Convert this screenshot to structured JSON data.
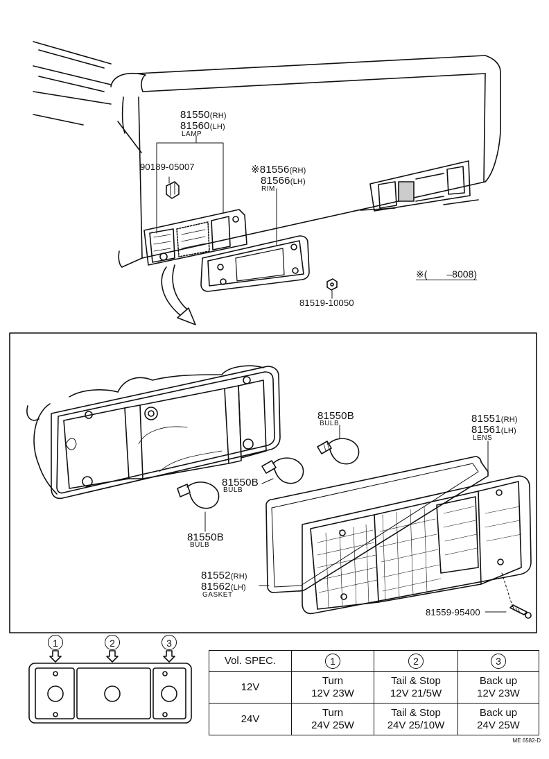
{
  "callouts": {
    "lamp": {
      "rh": "81550",
      "rh_suffix": "(RH)",
      "lh": "81560",
      "lh_suffix": "(LH)",
      "name": "LAMP"
    },
    "clip": {
      "part": "90189-05007"
    },
    "rim": {
      "mark": "※",
      "rh": "81556",
      "rh_suffix": "(RH)",
      "lh": "81566",
      "lh_suffix": "(LH)",
      "name": "RIM"
    },
    "nut": {
      "part": "81519-10050"
    },
    "date_note": "※(　　–8008)",
    "bulb_top": {
      "part": "81550B",
      "name": "BULB"
    },
    "bulb_mid": {
      "part": "81550B",
      "name": "BULB"
    },
    "bulb_low": {
      "part": "81550B",
      "name": "BULB"
    },
    "lens": {
      "rh": "81551",
      "rh_suffix": "(RH)",
      "lh": "81561",
      "lh_suffix": "(LH)",
      "name": "LENS"
    },
    "gasket": {
      "rh": "81552",
      "rh_suffix": "(RH)",
      "lh": "81562",
      "lh_suffix": "(LH)",
      "name": "GASKET"
    },
    "screw": {
      "part": "81559-95400"
    }
  },
  "positions": [
    "1",
    "2",
    "3"
  ],
  "spec_table": {
    "header": [
      "Vol. SPEC.",
      "1",
      "2",
      "3"
    ],
    "rows": [
      {
        "vol": "12V",
        "c1_a": "Turn",
        "c1_b": "12V 23W",
        "c2_a": "Tail & Stop",
        "c2_b": "12V 21/5W",
        "c3_a": "Back up",
        "c3_b": "12V 23W"
      },
      {
        "vol": "24V",
        "c1_a": "Turn",
        "c1_b": "24V 25W",
        "c2_a": "Tail & Stop",
        "c2_b": "24V 25/10W",
        "c3_a": "Back up",
        "c3_b": "24V 25W"
      }
    ]
  },
  "figure_code": "ME 6582-D"
}
